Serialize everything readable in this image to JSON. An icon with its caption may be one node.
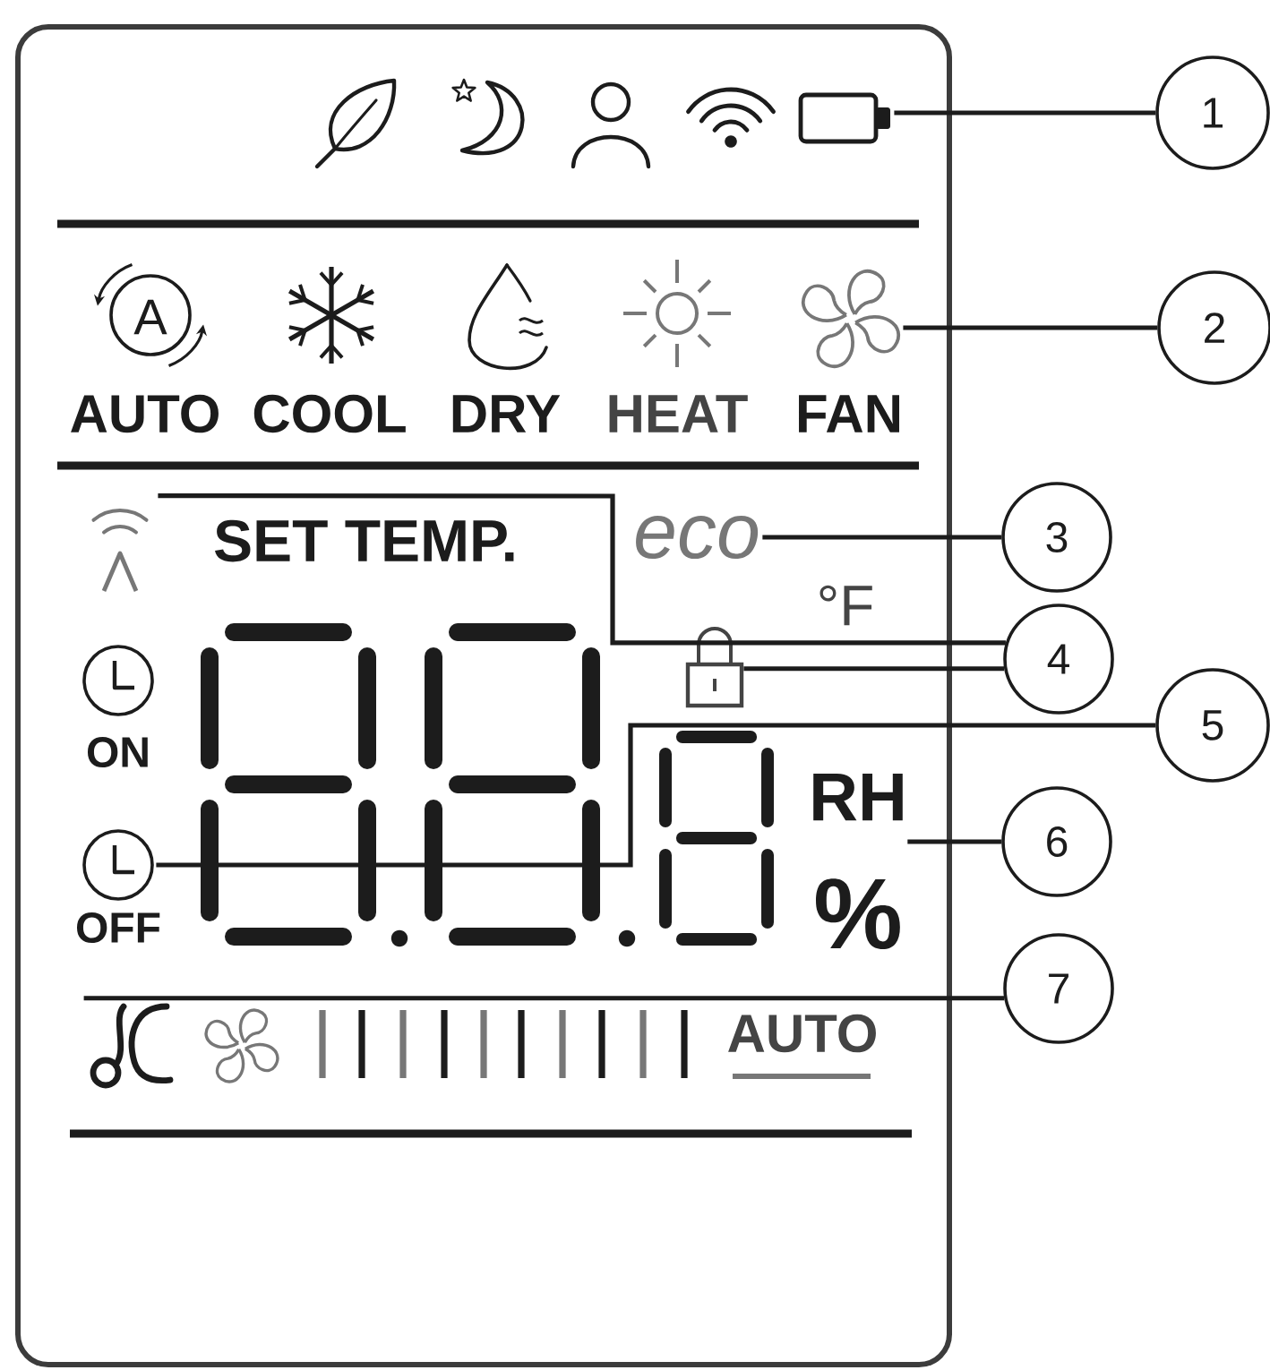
{
  "diagram": {
    "nodes": [
      {
        "text": [],
        "shape": "box"
      },
      {
        "text": [],
        "shape": "battery",
        "in": 0
      },
      {
        "text": [
          "1"
        ]
      },
      {
        "text": [],
        "shape": "picture",
        "in": 0
      },
      {
        "text": [
          "2"
        ]
      },
      {
        "text": [],
        "shape": "picture",
        "in": 0
      },
      {
        "text": [
          "eco"
        ],
        "in": 0
      },
      {
        "text": [
          "3"
        ]
      },
      {
        "text": [],
        "shape": "picture",
        "in": 0
      },
      {
        "text": [
          "4"
        ]
      },
      {
        "text": [
          "5"
        ]
      },
      {
        "text": [
          "RH",
          "%"
        ],
        "in": 0
      },
      {
        "text": [
          "6"
        ]
      },
      {
        "text": [],
        "shape": "picture",
        "in": 0
      },
      {
        "text": [
          "7"
        ]
      },
      {
        "text": [],
        "shape": "picture",
        "in": 0
      }
    ],
    "edges": [
      {
        "from": 2,
        "to": 1,
        "arrow": "none"
      },
      {
        "from": 4,
        "to": 3,
        "arrow": "none"
      },
      {
        "from": 7,
        "to": 6,
        "arrow": "none"
      },
      {
        "from": 9,
        "to": 5,
        "arrow": "none"
      },
      {
        "from": 9,
        "to": 8,
        "arrow": "none"
      },
      {
        "from": 10,
        "to": 13,
        "arrow": "none"
      },
      {
        "from": 12,
        "to": 11,
        "arrow": "none"
      },
      {
        "from": 14,
        "to": 15,
        "arrow": "none"
      }
    ],
    "labels": [
      "A",
      "AUTO",
      "COOL",
      "DRY",
      "HEAT",
      "FAN",
      "SET TEMP.",
      "°F",
      "ON",
      "OFF",
      "AUTO"
    ]
  }
}
